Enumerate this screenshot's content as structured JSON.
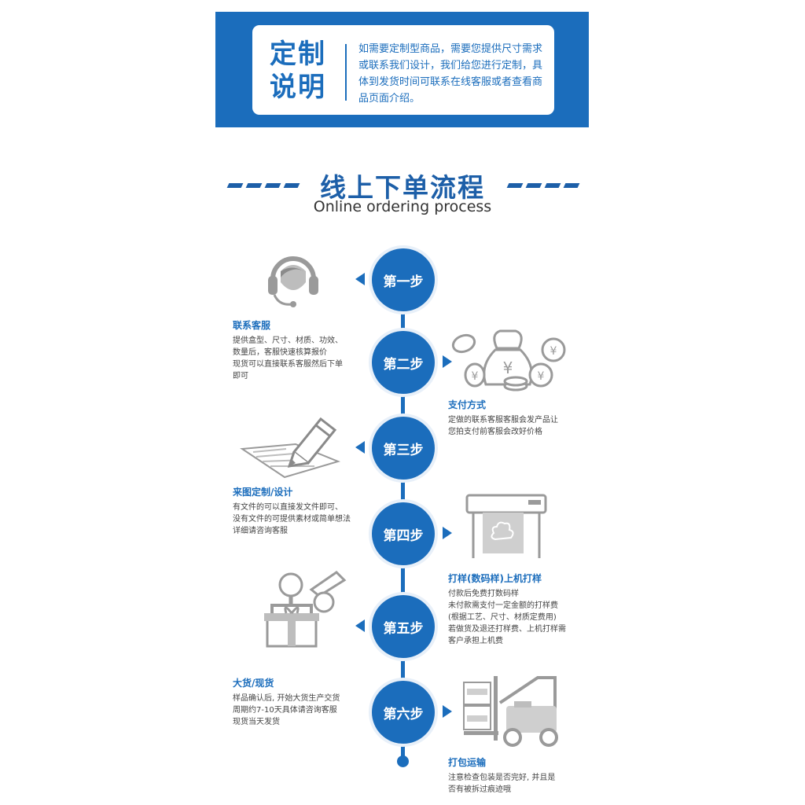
{
  "banner": {
    "title": "定制说明",
    "text": "如需要定制型商品，需要您提供尺寸需求或联系我们设计，我们给您进行定制，具体到发货时间可联系在线客服或者查看商品页面介绍。"
  },
  "heading": {
    "cn": "线上下单流程",
    "en": "Online ordering process"
  },
  "steps": [
    {
      "label": "第一步",
      "title": "联系客服",
      "text": "提供盒型、尺寸、材质、功效、\n数量后，客服快速核算报价\n现货可以直接联系客服然后下单\n即可"
    },
    {
      "label": "第二步",
      "title": "支付方式",
      "text": "定做的联系客服客服会发产品让\n您拍支付前客服会改好价格"
    },
    {
      "label": "第三步",
      "title": "来图定制/设计",
      "text": "有文件的可以直接发文件即可、\n没有文件的可提供素材或简单想法\n详细请咨询客服"
    },
    {
      "label": "第四步",
      "title": "打样(数码样)上机打样",
      "text": "付款后免费打数码样\n未付款需支付一定金额的打样费\n(根据工艺、尺寸、材质定费用)\n若做货及退还打样费、上机打样需\n客户承担上机费"
    },
    {
      "label": "第五步",
      "title": "大货/现货",
      "text": "样品确认后, 开始大货生产交货\n周期约7-10天具体请咨询客服\n现货当天发货"
    },
    {
      "label": "第六步",
      "title": "打包运输",
      "text": "注意检查包装是否完好, 并且是\n否有被拆过痕迹哦"
    }
  ],
  "colors": {
    "accent": "#1b6dbc",
    "heading": "#1d5fa8",
    "icon_gray": "#9a9a9a"
  },
  "icons": [
    "headset-icon",
    "money-bag-icon",
    "design-pen-icon",
    "printer-icon",
    "gift-robot-icon",
    "forklift-icon"
  ]
}
